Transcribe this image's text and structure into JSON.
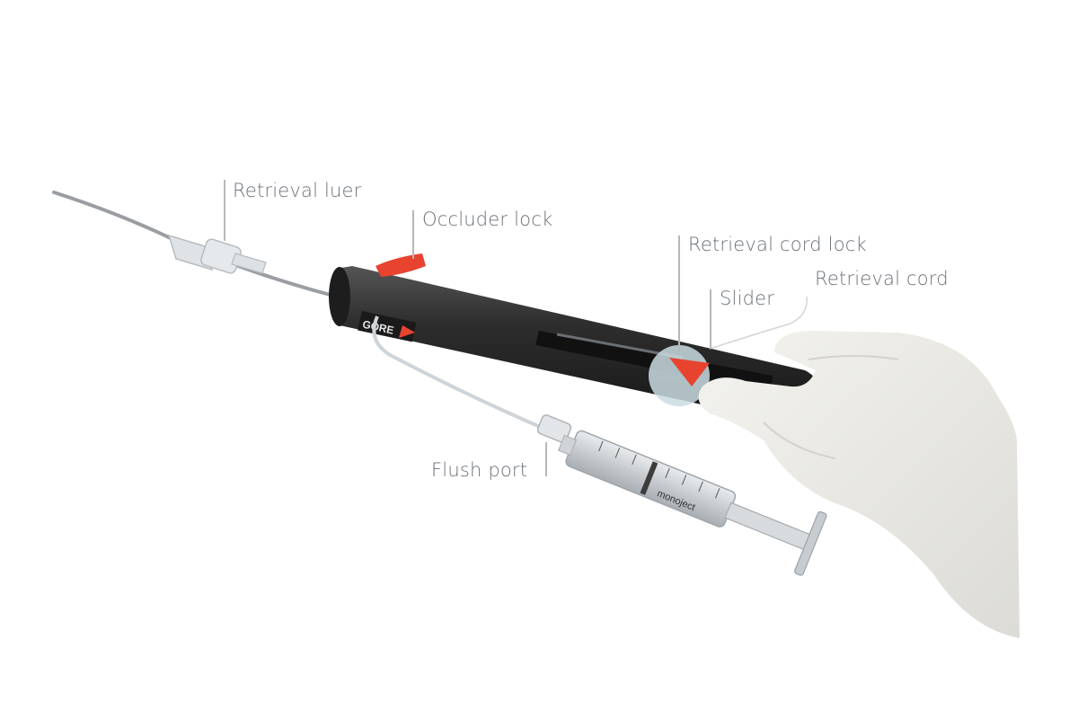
{
  "labels": {
    "retrieval_luer": "Retrieval luer",
    "occluder_lock": "Occluder lock",
    "retrieval_cord_lock": "Retrieval cord lock",
    "retrieval_cord": "Retrieval cord",
    "slider": "Slider",
    "flush_port": "Flush port"
  },
  "handle": {
    "brand_mark": "GORE",
    "syringe_text": "monoject"
  },
  "colors": {
    "handle": "#2b2b2b",
    "lock_accent": "#e8432f",
    "label_text": "#6b7177",
    "leader_line": "#b5b9bd",
    "glove": "#ecebe6",
    "catheter": "#9a9ea3"
  }
}
